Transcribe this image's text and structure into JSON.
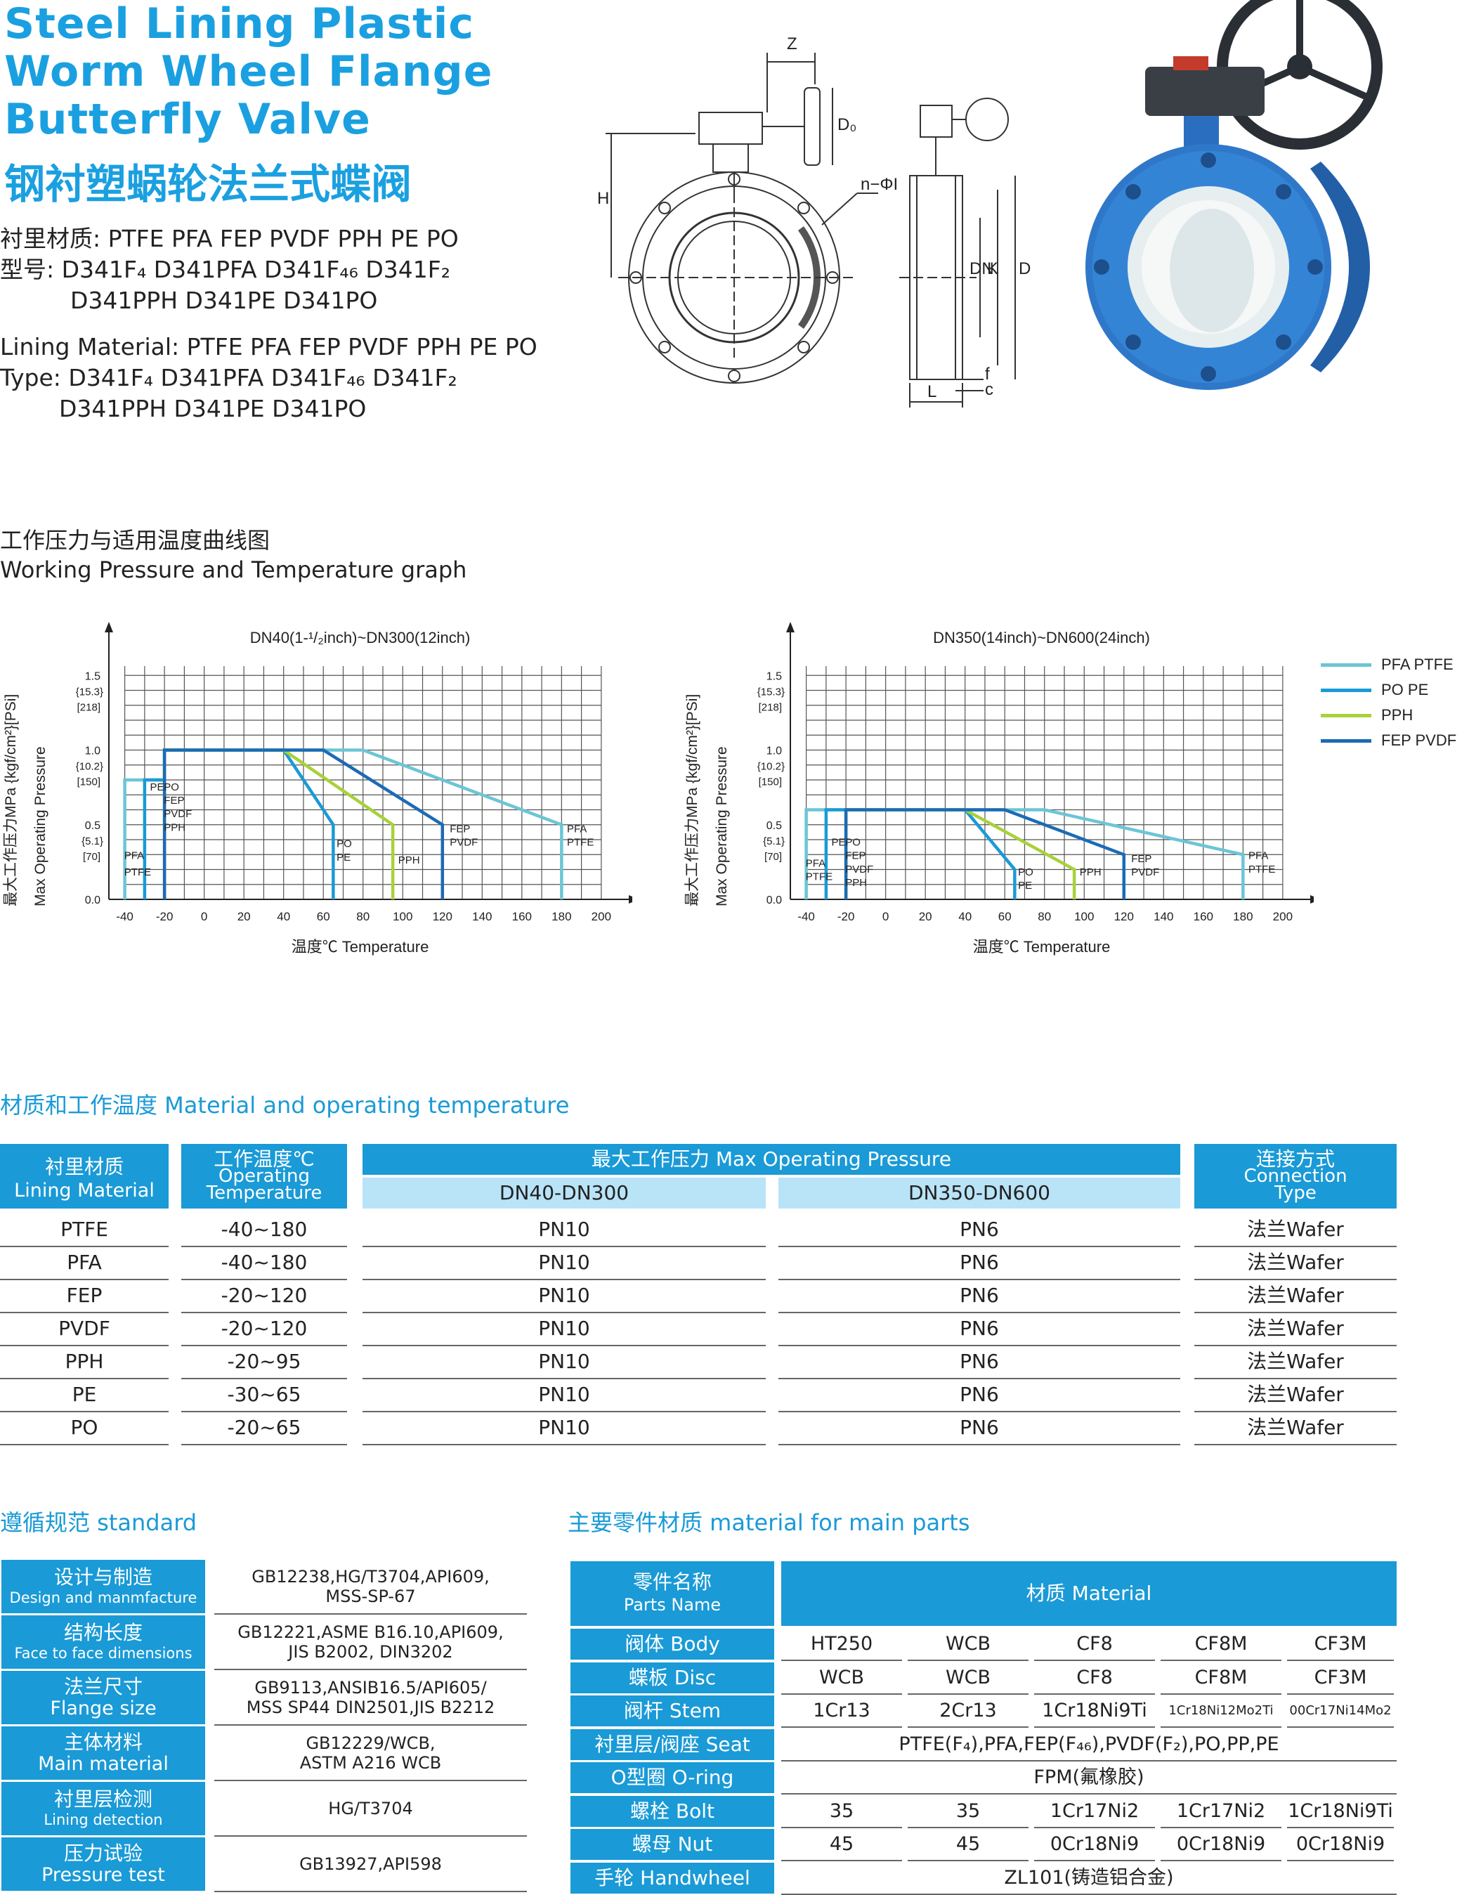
{
  "header": {
    "title_lines": [
      "Steel Lining Plastic",
      "Worm Wheel Flange",
      "Butterfly Valve"
    ],
    "title_cn": "钢衬塑蜗轮法兰式蝶阀",
    "spec_cn_material": "衬里材质: PTFE PFA FEP PVDF PPH PE PO",
    "spec_cn_type_1": "型号: D341F₄  D341PFA  D341F₄₆  D341F₂",
    "spec_cn_type_2": "D341PPH  D341PE  D341PO",
    "spec_en_material": "Lining Material: PTFE  PFA  FEP  PVDF  PPH  PE  PO",
    "spec_en_type_1": "Type: D341F₄   D341PFA   D341F₄₆   D341F₂",
    "spec_en_type_2": "D341PPH   D341PE   D341PO"
  },
  "drawing_labels": {
    "z": "Z",
    "d0": "D₀",
    "h": "H",
    "n_phi": "n−ΦI",
    "dn": "DN",
    "k": "K",
    "d": "D",
    "f": "f",
    "c": "c",
    "l": "L"
  },
  "graph_section": {
    "title_cn": "工作压力与适用温度曲线图",
    "title_en": "Working Pressure and Temperature graph"
  },
  "chart_data": [
    {
      "type": "line",
      "title": "DN40(1-¹/₂inch)~DN300(12inch)",
      "xlabel": "温度℃  Temperature",
      "ylabel_cn": "最大工作压力MPa {kgf/cm²}[PSi]",
      "ylabel_en": "Max Operating Pressure",
      "x_ticks": [
        -40,
        -20,
        0,
        20,
        40,
        60,
        80,
        100,
        120,
        140,
        160,
        180,
        200
      ],
      "y_ticks": [
        {
          "v": 0.0,
          "label": "0.0"
        },
        {
          "v": 0.5,
          "label": "0.5",
          "sub1": "{5.1}",
          "sub2": "[70]"
        },
        {
          "v": 1.0,
          "label": "1.0",
          "sub1": "{10.2}",
          "sub2": "[150]"
        },
        {
          "v": 1.5,
          "label": "1.5",
          "sub1": "{15.3}",
          "sub2": "[218]"
        }
      ],
      "xlim": [
        -48,
        205
      ],
      "ylim": [
        0,
        1.6
      ],
      "series": [
        {
          "name": "PFA PTFE",
          "color": "#6cc5d6",
          "points": [
            [
              -40,
              0
            ],
            [
              -40,
              0.8
            ],
            [
              -20,
              0.8
            ],
            [
              -20,
              1.0
            ],
            [
              80,
              1.0
            ],
            [
              180,
              0.5
            ],
            [
              180,
              0
            ]
          ]
        },
        {
          "name": "PO PE",
          "color": "#1a9ad6",
          "points": [
            [
              -30,
              0
            ],
            [
              -30,
              0.8
            ],
            [
              -20,
              0.8
            ],
            [
              -20,
              1.0
            ],
            [
              40,
              1.0
            ],
            [
              65,
              0.5
            ],
            [
              65,
              0
            ]
          ]
        },
        {
          "name": "PPH",
          "color": "#a8d13a",
          "points": [
            [
              -20,
              0
            ],
            [
              -20,
              1.0
            ],
            [
              40,
              1.0
            ],
            [
              95,
              0.5
            ],
            [
              95,
              0
            ]
          ]
        },
        {
          "name": "FEP PVDF",
          "color": "#1c6bb5",
          "points": [
            [
              -20,
              0
            ],
            [
              -20,
              1.0
            ],
            [
              60,
              1.0
            ],
            [
              120,
              0.5
            ],
            [
              120,
              0
            ]
          ]
        }
      ],
      "annotations": [
        {
          "text": "PFA",
          "x": -41,
          "y": 0.27
        },
        {
          "text": "PTFE",
          "x": -41,
          "y": 0.16
        },
        {
          "text": "PE",
          "x": -28,
          "y": 0.73
        },
        {
          "text": "PO",
          "x": -21,
          "y": 0.73
        },
        {
          "text": "FEP",
          "x": -21,
          "y": 0.64
        },
        {
          "text": "PVDF",
          "x": -21,
          "y": 0.55
        },
        {
          "text": "PPH",
          "x": -21,
          "y": 0.46
        },
        {
          "text": "PO",
          "x": 66,
          "y": 0.35
        },
        {
          "text": "PE",
          "x": 66,
          "y": 0.26
        },
        {
          "text": "PPH",
          "x": 97,
          "y": 0.24
        },
        {
          "text": "FEP",
          "x": 123,
          "y": 0.45
        },
        {
          "text": "PVDF",
          "x": 123,
          "y": 0.36
        },
        {
          "text": "PFA",
          "x": 182,
          "y": 0.45
        },
        {
          "text": "PTFE",
          "x": 182,
          "y": 0.36
        }
      ]
    },
    {
      "type": "line",
      "title": "DN350(14inch)~DN600(24inch)",
      "xlabel": "温度℃  Temperature",
      "ylabel_cn": "最大工作压力MPa {kgf/cm²}[PSi]",
      "ylabel_en": "Max Operating Pressure",
      "x_ticks": [
        -40,
        -20,
        0,
        20,
        40,
        60,
        80,
        100,
        120,
        140,
        160,
        180,
        200
      ],
      "y_ticks": [
        {
          "v": 0.0,
          "label": "0.0"
        },
        {
          "v": 0.5,
          "label": "0.5",
          "sub1": "{5.1}",
          "sub2": "[70]"
        },
        {
          "v": 1.0,
          "label": "1.0",
          "sub1": "{10.2}",
          "sub2": "[150]"
        },
        {
          "v": 1.5,
          "label": "1.5",
          "sub1": "{15.3}",
          "sub2": "[218]"
        }
      ],
      "xlim": [
        -48,
        205
      ],
      "ylim": [
        0,
        1.6
      ],
      "series": [
        {
          "name": "PFA PTFE",
          "color": "#6cc5d6",
          "points": [
            [
              -40,
              0
            ],
            [
              -40,
              0.6
            ],
            [
              80,
              0.6
            ],
            [
              180,
              0.3
            ],
            [
              180,
              0
            ]
          ]
        },
        {
          "name": "PO PE",
          "color": "#1a9ad6",
          "points": [
            [
              -30,
              0
            ],
            [
              -30,
              0.6
            ],
            [
              40,
              0.6
            ],
            [
              65,
              0.2
            ],
            [
              65,
              0
            ]
          ]
        },
        {
          "name": "PPH",
          "color": "#a8d13a",
          "points": [
            [
              -20,
              0
            ],
            [
              -20,
              0.6
            ],
            [
              40,
              0.6
            ],
            [
              95,
              0.2
            ],
            [
              95,
              0
            ]
          ]
        },
        {
          "name": "FEP PVDF",
          "color": "#1c6bb5",
          "points": [
            [
              -20,
              0
            ],
            [
              -20,
              0.6
            ],
            [
              60,
              0.6
            ],
            [
              120,
              0.3
            ],
            [
              120,
              0
            ]
          ]
        }
      ],
      "annotations": [
        {
          "text": "PFA",
          "x": -41,
          "y": 0.22
        },
        {
          "text": "PTFE",
          "x": -41,
          "y": 0.13
        },
        {
          "text": "PE",
          "x": -28,
          "y": 0.36
        },
        {
          "text": "PO",
          "x": -21,
          "y": 0.36
        },
        {
          "text": "FEP",
          "x": -21,
          "y": 0.27
        },
        {
          "text": "PVDF",
          "x": -21,
          "y": 0.18
        },
        {
          "text": "PPH",
          "x": -21,
          "y": 0.09
        },
        {
          "text": "PO",
          "x": 66,
          "y": 0.16
        },
        {
          "text": "PE",
          "x": 66,
          "y": 0.07
        },
        {
          "text": "PPH",
          "x": 97,
          "y": 0.16
        },
        {
          "text": "FEP",
          "x": 123,
          "y": 0.25
        },
        {
          "text": "PVDF",
          "x": 123,
          "y": 0.16
        },
        {
          "text": "PFA",
          "x": 182,
          "y": 0.27
        },
        {
          "text": "PTFE",
          "x": 182,
          "y": 0.18
        }
      ]
    }
  ],
  "legend": [
    {
      "name": "PFA PTFE",
      "color": "#6cc5d6"
    },
    {
      "name": "PO PE",
      "color": "#1a9ad6"
    },
    {
      "name": "PPH",
      "color": "#a8d13a"
    },
    {
      "name": "FEP PVDF",
      "color": "#1c6bb5"
    }
  ],
  "material_table": {
    "section_title": "材质和工作温度  Material and operating temperature",
    "h_lining_cn": "衬里材质",
    "h_lining_en": "Lining Material",
    "h_temp_cn": "工作温度℃",
    "h_temp_en1": "Operating",
    "h_temp_en2": "Temperature",
    "h_pressure": "最大工作压力 Max Operating Pressure",
    "h_dn1": "DN40-DN300",
    "h_dn2": "DN350-DN600",
    "h_conn_cn": "连接方式",
    "h_conn_en1": "Connection",
    "h_conn_en2": "Type",
    "rows": [
      [
        "PTFE",
        "-40~180",
        "PN10",
        "PN6",
        "法兰Wafer"
      ],
      [
        "PFA",
        "-40~180",
        "PN10",
        "PN6",
        "法兰Wafer"
      ],
      [
        "FEP",
        "-20~120",
        "PN10",
        "PN6",
        "法兰Wafer"
      ],
      [
        "PVDF",
        "-20~120",
        "PN10",
        "PN6",
        "法兰Wafer"
      ],
      [
        "PPH",
        "-20~95",
        "PN10",
        "PN6",
        "法兰Wafer"
      ],
      [
        "PE",
        "-30~65",
        "PN10",
        "PN6",
        "法兰Wafer"
      ],
      [
        "PO",
        "-20~65",
        "PN10",
        "PN6",
        "法兰Wafer"
      ]
    ]
  },
  "standard_table": {
    "section_title": "遵循规范  standard",
    "rows": [
      {
        "cn": "设计与制造",
        "en": "Design and manmfacture",
        "val": "GB12238,HG/T3704,API609,\nMSS-SP-67"
      },
      {
        "cn": "结构长度",
        "en": "Face to face dimensions",
        "val": "GB12221,ASME B16.10,API609,\nJIS B2002, DIN3202"
      },
      {
        "cn": "法兰尺寸",
        "en": "Flange size",
        "val": "GB9113,ANSIB16.5/API605/\nMSS SP44 DIN2501,JIS B2212"
      },
      {
        "cn": "主体材料",
        "en": "Main material",
        "val": "GB12229/WCB,\nASTM A216  WCB"
      },
      {
        "cn": "衬里层检测",
        "en": "Lining detection",
        "val": "HG/T3704"
      },
      {
        "cn": "压力试验",
        "en": "Pressure test",
        "val": "GB13927,API598"
      }
    ]
  },
  "parts_table": {
    "section_title": "主要零件材质  material for main parts",
    "h_name_cn": "零件名称",
    "h_name_en": "Parts Name",
    "h_material": "材质 Material",
    "rows": [
      {
        "name": "阀体 Body",
        "vals": [
          "HT250",
          "WCB",
          "CF8",
          "CF8M",
          "CF3M"
        ]
      },
      {
        "name": "蝶板 Disc",
        "vals": [
          "WCB",
          "WCB",
          "CF8",
          "CF8M",
          "CF3M"
        ]
      },
      {
        "name": "阀杆 Stem",
        "vals": [
          "1Cr13",
          "2Cr13",
          "1Cr18Ni9Ti",
          "1Cr18Ni12Mo2Ti",
          "00Cr17Ni14Mo2"
        ]
      },
      {
        "name": "衬里层/阀座 Seat",
        "span": "PTFE(F₄),PFA,FEP(F₄₆),PVDF(F₂),PO,PP,PE"
      },
      {
        "name": "O型圈 O-ring",
        "span": "FPM(氟橡胶)"
      },
      {
        "name": "螺栓 Bolt",
        "vals": [
          "35",
          "35",
          "1Cr17Ni2",
          "1Cr17Ni2",
          "1Cr18Ni9Ti"
        ]
      },
      {
        "name": "螺母 Nut",
        "vals": [
          "45",
          "45",
          "0Cr18Ni9",
          "0Cr18Ni9",
          "0Cr18Ni9"
        ]
      },
      {
        "name": "手轮 Handwheel",
        "span": "ZL101(铸造铝合金)"
      }
    ]
  }
}
